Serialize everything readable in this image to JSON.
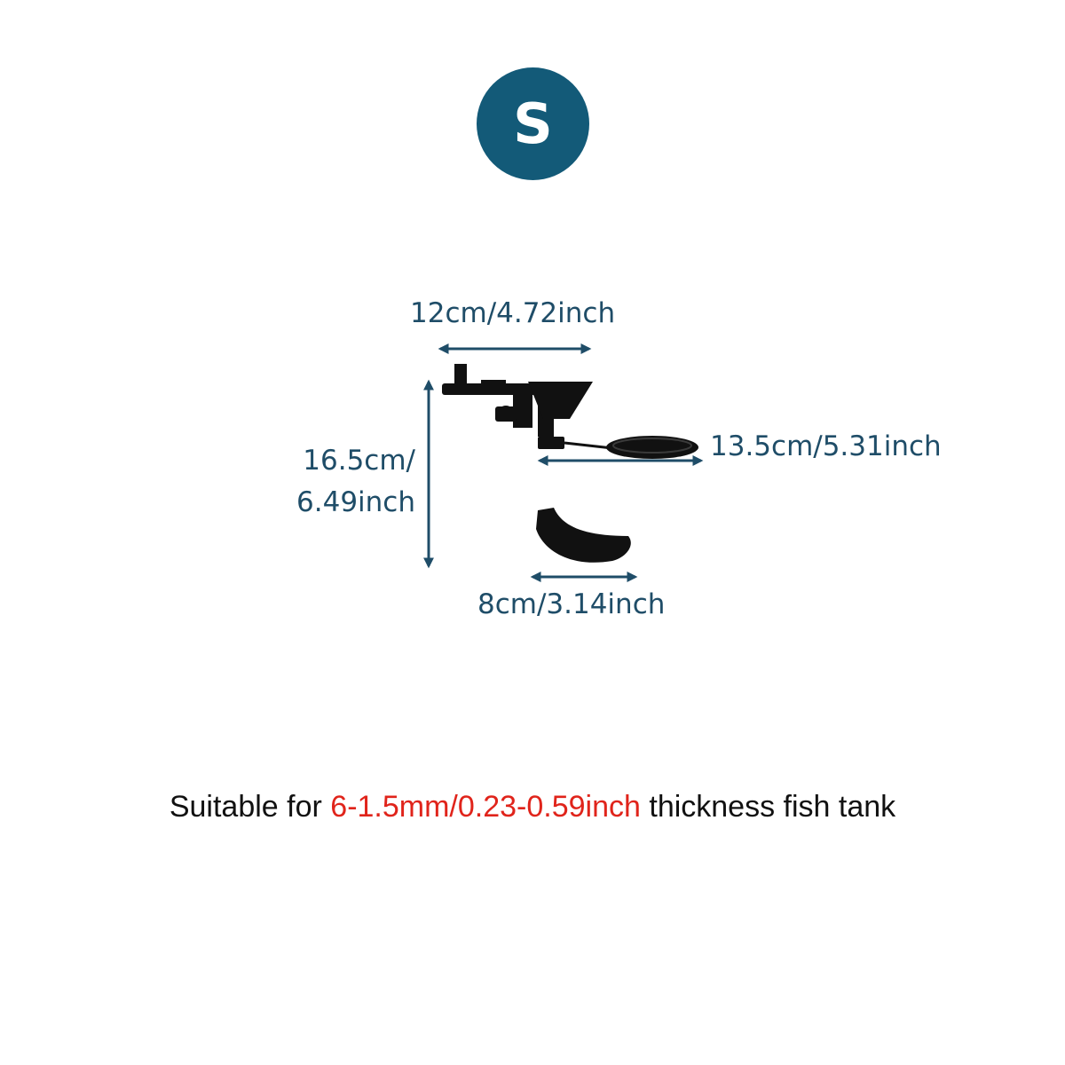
{
  "badge": {
    "label": "S",
    "color": "#135a78"
  },
  "dimensions": {
    "top_width": "12cm/4.72inch",
    "height_line1": "16.5cm/",
    "height_line2": "6.49inch",
    "side_width": "13.5cm/5.31inch",
    "bottom_width": "8cm/3.14inch",
    "color": "#1f4d68"
  },
  "caption": {
    "prefix": "Suitable for ",
    "highlight": "6-1.5mm/0.23-0.59inch",
    "suffix": " thickness fish tank",
    "highlight_color": "#e0241b"
  }
}
